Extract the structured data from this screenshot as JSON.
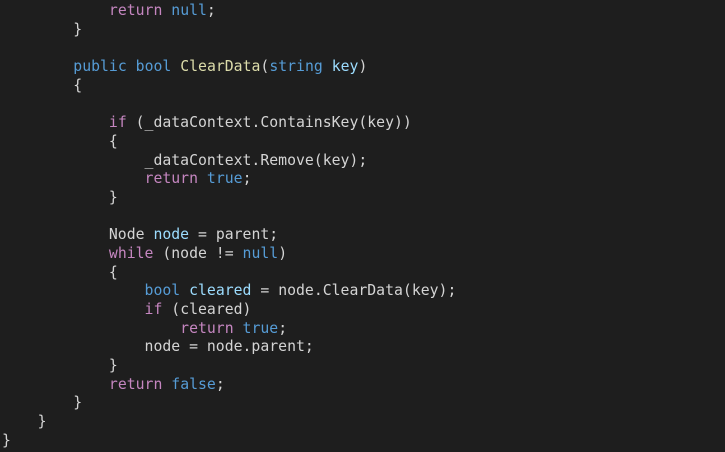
{
  "colors": {
    "background": "#1e1e1e",
    "keyword": "#c586c0",
    "builtin": "#569cd6",
    "function": "#dcdcaa",
    "variable": "#9cdcfe",
    "text": "#d4d4d4"
  },
  "code_lines": [
    [
      [
        "tx",
        "            "
      ],
      [
        "kw",
        "return"
      ],
      [
        "tx",
        " "
      ],
      [
        "bl",
        "null"
      ],
      [
        "tx",
        ";"
      ]
    ],
    [
      [
        "tx",
        "        }"
      ]
    ],
    [],
    [
      [
        "tx",
        "        "
      ],
      [
        "bl",
        "public"
      ],
      [
        "tx",
        " "
      ],
      [
        "bl",
        "bool"
      ],
      [
        "tx",
        " "
      ],
      [
        "fn",
        "ClearData"
      ],
      [
        "tx",
        "("
      ],
      [
        "bl",
        "string"
      ],
      [
        "tx",
        " "
      ],
      [
        "var",
        "key"
      ],
      [
        "tx",
        ")"
      ]
    ],
    [
      [
        "tx",
        "        {"
      ]
    ],
    [],
    [
      [
        "tx",
        "            "
      ],
      [
        "kw",
        "if"
      ],
      [
        "tx",
        " (_dataContext.ContainsKey(key))"
      ]
    ],
    [
      [
        "tx",
        "            {"
      ]
    ],
    [
      [
        "tx",
        "                _dataContext.Remove(key);"
      ]
    ],
    [
      [
        "tx",
        "                "
      ],
      [
        "kw",
        "return"
      ],
      [
        "tx",
        " "
      ],
      [
        "bl",
        "true"
      ],
      [
        "tx",
        ";"
      ]
    ],
    [
      [
        "tx",
        "            }"
      ]
    ],
    [],
    [
      [
        "tx",
        "            Node "
      ],
      [
        "var",
        "node"
      ],
      [
        "tx",
        " = parent;"
      ]
    ],
    [
      [
        "tx",
        "            "
      ],
      [
        "kw",
        "while"
      ],
      [
        "tx",
        " (node != "
      ],
      [
        "bl",
        "null"
      ],
      [
        "tx",
        ")"
      ]
    ],
    [
      [
        "tx",
        "            {"
      ]
    ],
    [
      [
        "tx",
        "                "
      ],
      [
        "bl",
        "bool"
      ],
      [
        "tx",
        " "
      ],
      [
        "var",
        "cleared"
      ],
      [
        "tx",
        " = node.ClearData(key);"
      ]
    ],
    [
      [
        "tx",
        "                "
      ],
      [
        "kw",
        "if"
      ],
      [
        "tx",
        " (cleared)"
      ]
    ],
    [
      [
        "tx",
        "                    "
      ],
      [
        "kw",
        "return"
      ],
      [
        "tx",
        " "
      ],
      [
        "bl",
        "true"
      ],
      [
        "tx",
        ";"
      ]
    ],
    [
      [
        "tx",
        "                node = node.parent;"
      ]
    ],
    [
      [
        "tx",
        "            }"
      ]
    ],
    [
      [
        "tx",
        "            "
      ],
      [
        "kw",
        "return"
      ],
      [
        "tx",
        " "
      ],
      [
        "bl",
        "false"
      ],
      [
        "tx",
        ";"
      ]
    ],
    [
      [
        "tx",
        "        }"
      ]
    ],
    [
      [
        "tx",
        "    }"
      ]
    ],
    [
      [
        "tx",
        "}"
      ]
    ]
  ]
}
